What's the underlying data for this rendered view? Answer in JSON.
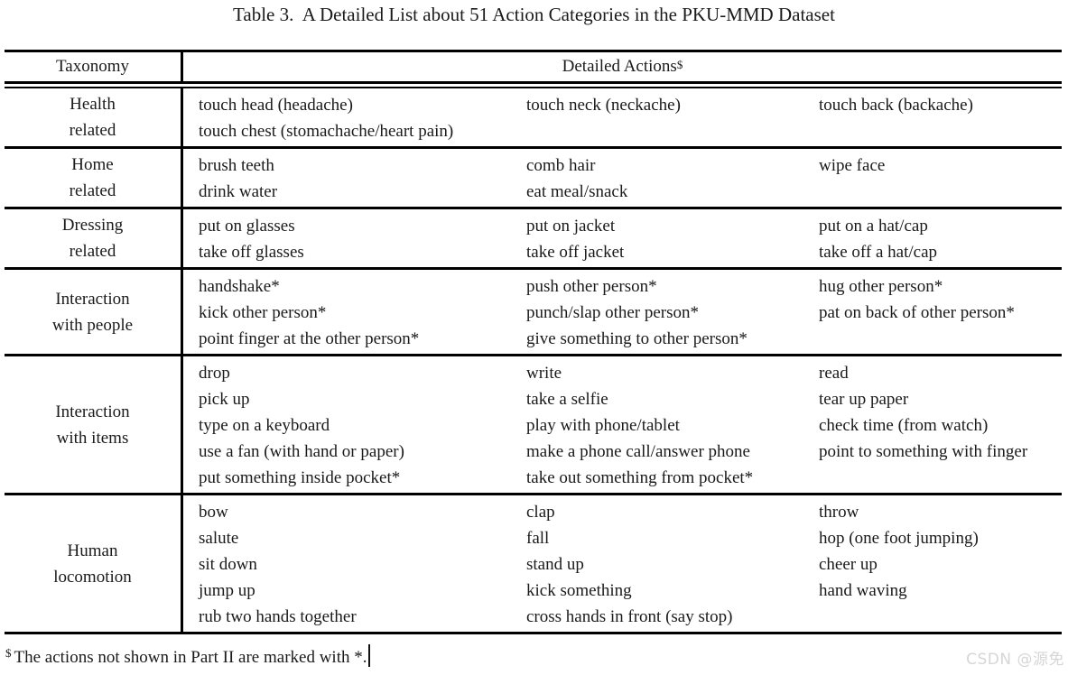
{
  "page": {
    "title": "Table 3.  A Detailed List about 51 Action Categories in the PKU-MMD Dataset"
  },
  "table": {
    "header": {
      "taxonomy": "Taxonomy",
      "detailed_actions": "Detailed Actions",
      "detailed_actions_superscript": "$"
    },
    "rows": [
      {
        "taxonomy": "Health related",
        "taxonomy_lines": [
          "Health",
          "related"
        ],
        "action_columns": [
          [
            "touch head (headache)",
            "touch chest (stomachache/heart pain)"
          ],
          [
            "touch neck (neckache)"
          ],
          [
            "touch back (backache)"
          ]
        ]
      },
      {
        "taxonomy": "Home related",
        "taxonomy_lines": [
          "Home",
          "related"
        ],
        "action_columns": [
          [
            "brush teeth",
            "drink water"
          ],
          [
            "comb hair",
            "eat meal/snack"
          ],
          [
            "wipe face"
          ]
        ]
      },
      {
        "taxonomy": "Dressing related",
        "taxonomy_lines": [
          "Dressing",
          "related"
        ],
        "action_columns": [
          [
            "put on glasses",
            "take off glasses"
          ],
          [
            "put on jacket",
            "take off jacket"
          ],
          [
            "put on a hat/cap",
            "take off a hat/cap"
          ]
        ]
      },
      {
        "taxonomy": "Interaction with people",
        "taxonomy_lines": [
          "Interaction",
          "with people"
        ],
        "action_columns": [
          [
            "handshake*",
            "kick other person*",
            "point finger at the other person*"
          ],
          [
            "push other person*",
            "punch/slap other person*",
            "give something to other person*"
          ],
          [
            "hug other person*",
            "pat on back of other person*"
          ]
        ]
      },
      {
        "taxonomy": "Interaction with items",
        "taxonomy_lines": [
          "Interaction",
          "with items"
        ],
        "action_columns": [
          [
            "drop",
            "pick up",
            "type on a keyboard",
            "use a fan (with hand or paper)",
            "put something inside pocket*"
          ],
          [
            "write",
            "take a selfie",
            "play with phone/tablet",
            "make a phone call/answer phone",
            "take out something from pocket*"
          ],
          [
            "read",
            "tear up paper",
            "check time (from watch)",
            "point to something with finger"
          ]
        ]
      },
      {
        "taxonomy": "Human locomotion",
        "taxonomy_lines": [
          "Human",
          "locomotion"
        ],
        "action_columns": [
          [
            "bow",
            "salute",
            "sit down",
            "jump up",
            "rub two hands together"
          ],
          [
            "clap",
            "fall",
            "stand up",
            "kick something",
            "cross hands in front (say stop)"
          ],
          [
            "throw",
            "hop (one foot jumping)",
            "cheer up",
            "hand waving"
          ]
        ]
      }
    ]
  },
  "footnote": {
    "superscript": "$",
    "text": "The actions not shown in Part II are marked with *."
  },
  "watermark": "CSDN @源免",
  "colors": {
    "text": "#1a1a1a",
    "rule": "#000000",
    "watermark": "#d6d6d6",
    "background": "#ffffff"
  }
}
